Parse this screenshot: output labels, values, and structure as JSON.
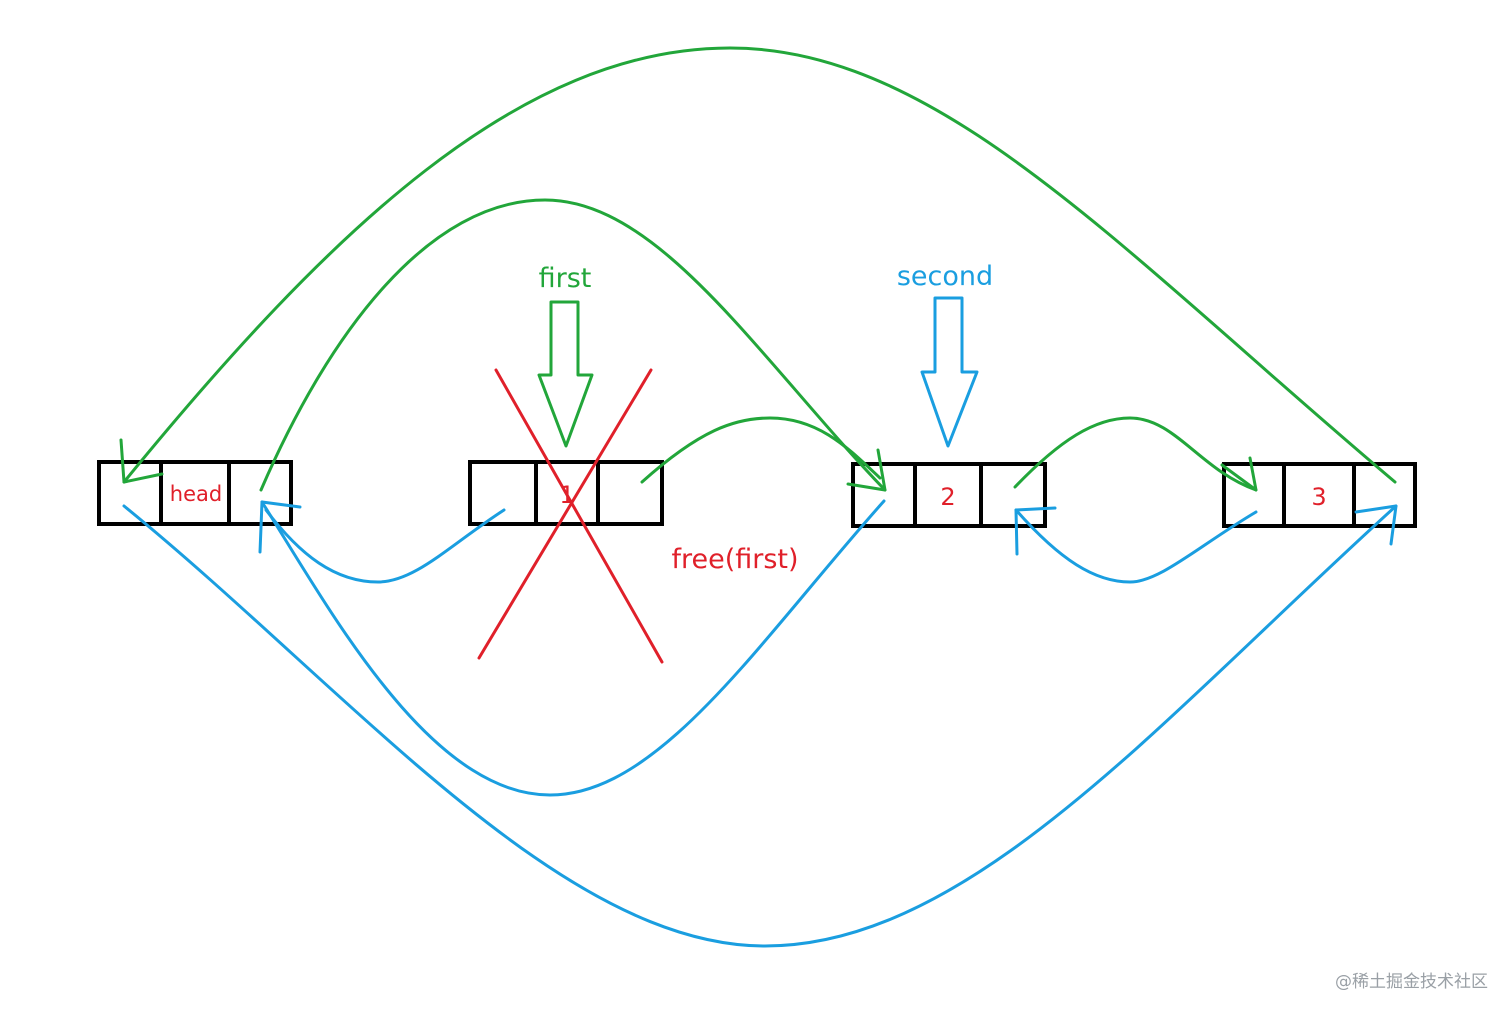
{
  "colors": {
    "green": "#22a63a",
    "blue": "#1a9ee0",
    "red": "#e0202a",
    "box": "#000000",
    "watermark": "#9aa0a6"
  },
  "nodes": [
    {
      "id": "head",
      "label": "head"
    },
    {
      "id": "node-1",
      "label": "1"
    },
    {
      "id": "node-2",
      "label": "2"
    },
    {
      "id": "node-3",
      "label": "3"
    }
  ],
  "pointers": {
    "first": {
      "label": "first"
    },
    "second": {
      "label": "second"
    }
  },
  "annotation": {
    "free_label": "free(first)"
  },
  "watermark": "@稀土掘金技术社区"
}
